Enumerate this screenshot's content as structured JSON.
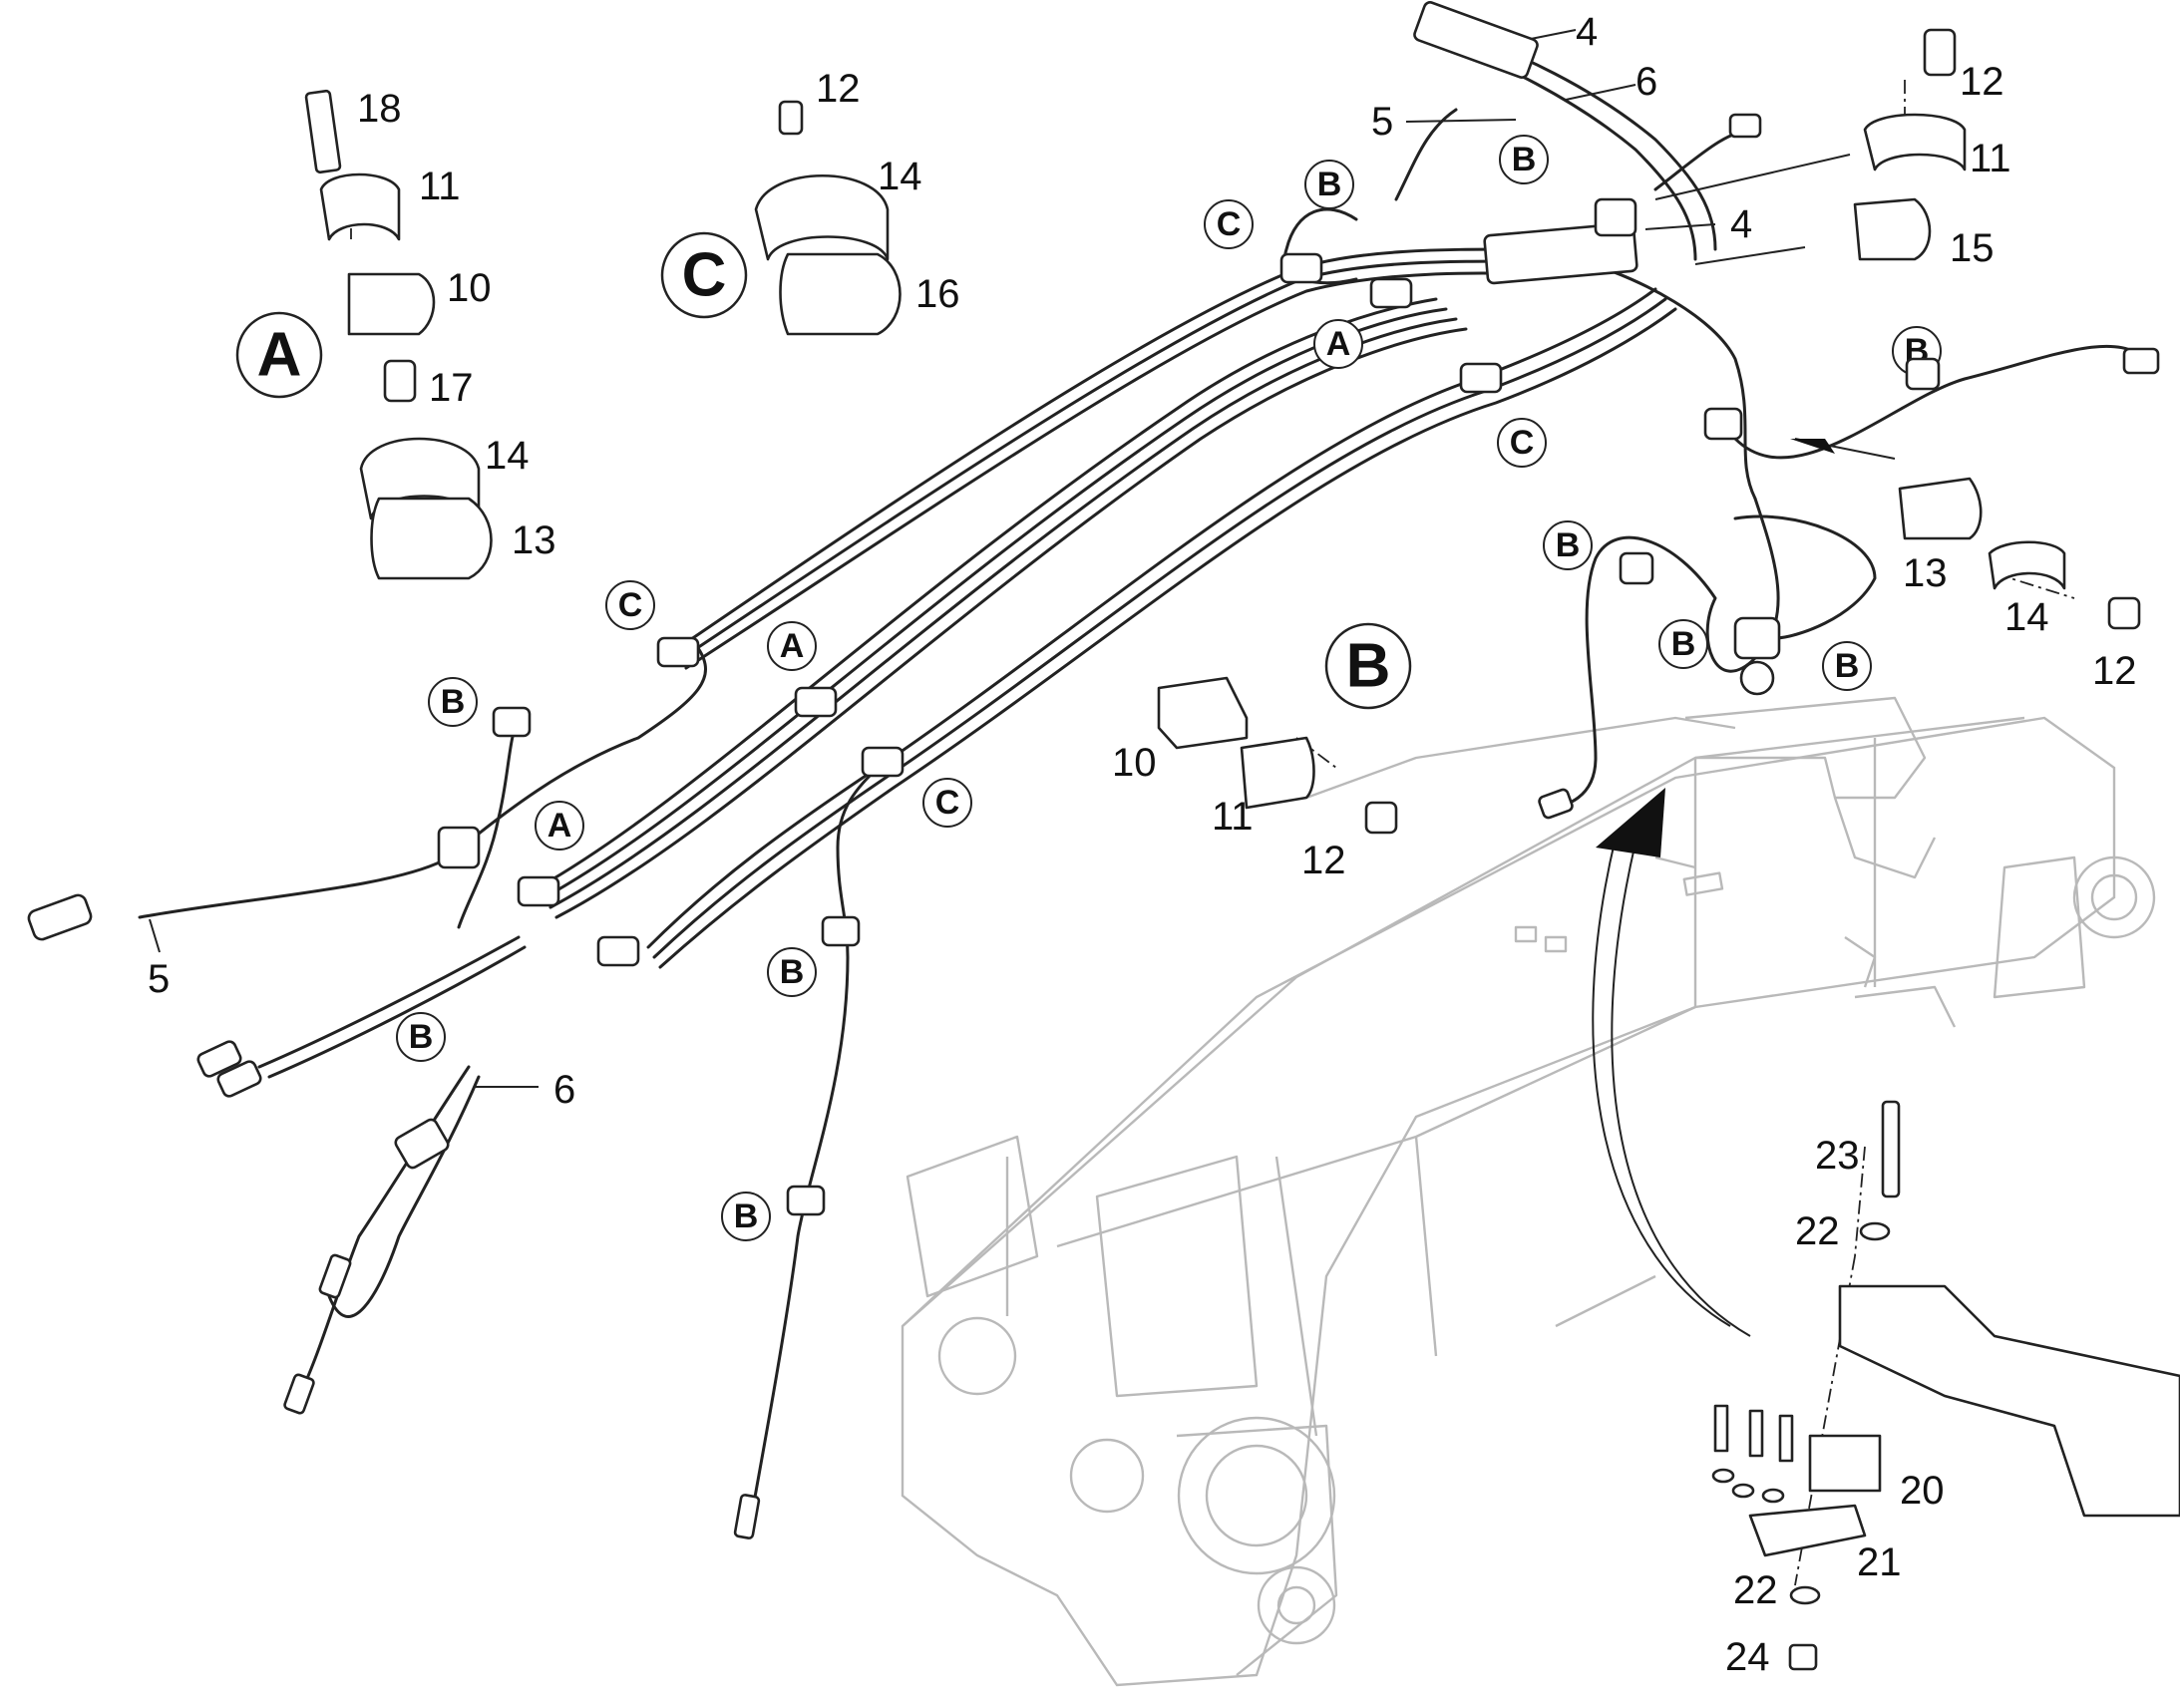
{
  "diagram": {
    "detail_labels": {
      "a": "A",
      "b": "B",
      "c": "C"
    },
    "part_numbers": {
      "p4a": "4",
      "p6a": "6",
      "p5a": "5",
      "p12a": "12",
      "p11a": "11",
      "p15": "15",
      "p4b": "4",
      "p18": "18",
      "p11b": "11",
      "p10a": "10",
      "p17": "17",
      "p14a": "14",
      "p13a": "13",
      "p12b": "12",
      "p14b": "14",
      "p16": "16",
      "p13b": "13",
      "p14c": "14",
      "p12c": "12",
      "p10b": "10",
      "p11c": "11",
      "p12d": "12",
      "p5b": "5",
      "p6b": "6",
      "p23": "23",
      "p22a": "22",
      "p20": "20",
      "p21": "21",
      "p22b": "22",
      "p24": "24"
    },
    "clamp_markers": {
      "b1": "B",
      "b2": "B",
      "b3": "B",
      "b4": "B",
      "b5": "B",
      "b6": "B",
      "b7": "B",
      "b8": "B",
      "b9": "B",
      "b10": "B",
      "a1": "A",
      "a2": "A",
      "a3": "A",
      "c1": "C",
      "c2": "C",
      "c3": "C",
      "c4": "C"
    }
  }
}
